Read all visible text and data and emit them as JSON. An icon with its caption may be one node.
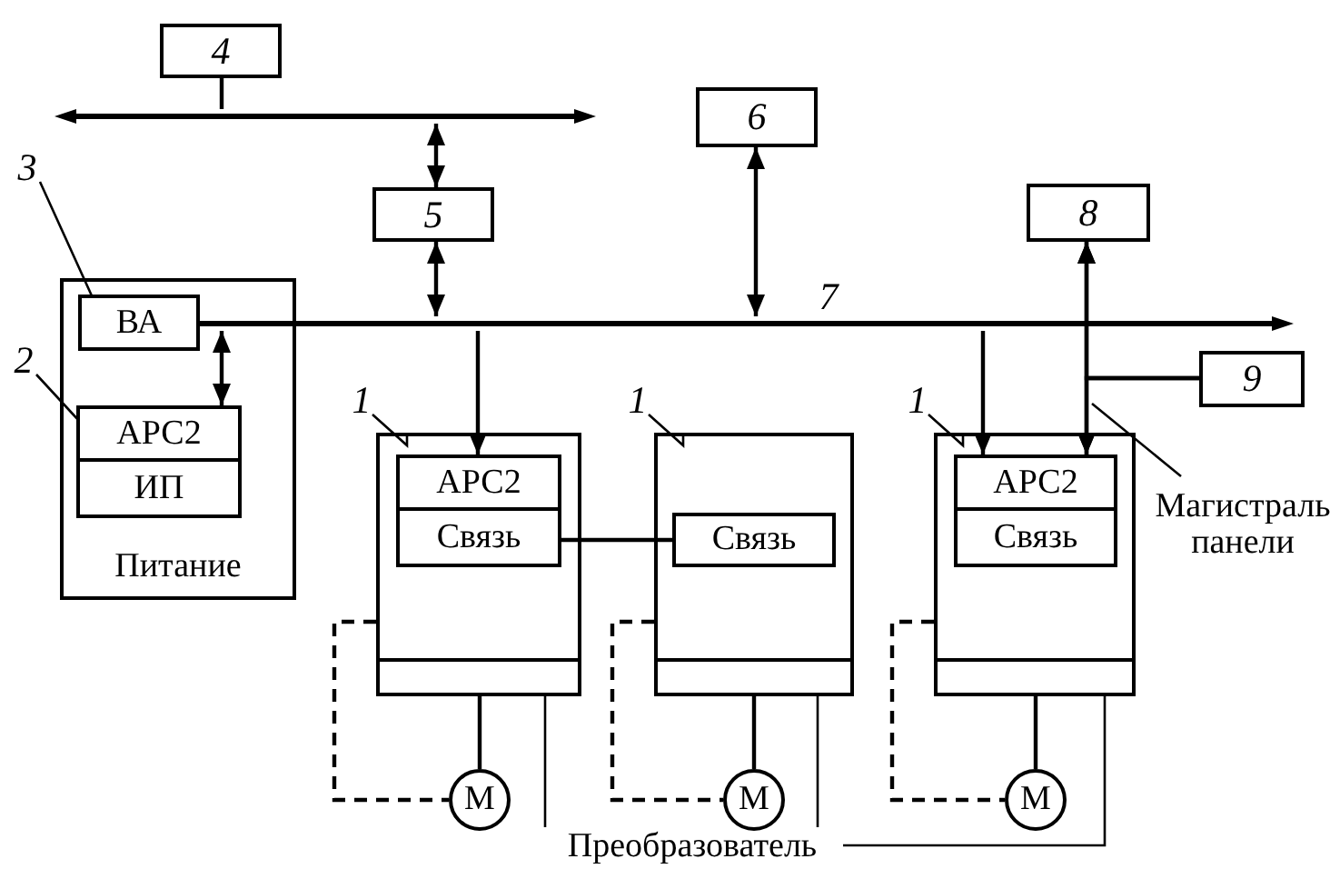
{
  "diagram": {
    "nodes": [
      {
        "text": [
          "4"
        ]
      },
      {
        "text": [],
        "shape": "bar"
      },
      {
        "text": [
          "5"
        ]
      },
      {
        "text": [
          "6"
        ]
      },
      {
        "text": [
          "8"
        ]
      },
      {
        "text": [
          "3"
        ]
      },
      {
        "text": [],
        "shape": "bar",
        "beside": [
          "7"
        ]
      },
      {
        "text": [
          "9"
        ]
      },
      {
        "text": [
          "Питание"
        ]
      },
      {
        "text": [
          "ВА"
        ],
        "in": 8
      },
      {
        "text": [
          "2"
        ]
      },
      {
        "text": [
          "АРС2"
        ],
        "in": 8
      },
      {
        "text": [
          "ИП"
        ],
        "in": 8
      },
      {
        "text": [
          "1"
        ]
      },
      {
        "text": [],
        "shape": "box"
      },
      {
        "text": [
          "АРС2"
        ],
        "in": 14
      },
      {
        "text": [
          "Связь"
        ],
        "in": 14
      },
      {
        "text": [],
        "shape": "box",
        "in": 14
      },
      {
        "text": [
          "1"
        ]
      },
      {
        "text": [],
        "shape": "box"
      },
      {
        "text": [
          "Связь"
        ],
        "in": 19
      },
      {
        "text": [],
        "shape": "box",
        "in": 19
      },
      {
        "text": [
          "1"
        ]
      },
      {
        "text": [],
        "shape": "box"
      },
      {
        "text": [
          "АРС2"
        ],
        "in": 23
      },
      {
        "text": [
          "Связь"
        ],
        "in": 23
      },
      {
        "text": [],
        "shape": "box",
        "in": 23
      },
      {
        "text": [
          "Магистраль панели"
        ]
      },
      {
        "text": [
          "М"
        ]
      },
      {
        "text": [
          "М"
        ]
      },
      {
        "text": [
          "М"
        ]
      },
      {
        "text": [
          "Преобразователь"
        ]
      }
    ],
    "edges": [
      {
        "from": 0,
        "to": 1,
        "arrow": "none"
      },
      {
        "from": 1,
        "to": 2,
        "arrow": "both"
      },
      {
        "from": 2,
        "to": 6,
        "arrow": "both"
      },
      {
        "from": 3,
        "to": 6,
        "arrow": "both"
      },
      {
        "from": 24,
        "to": 4,
        "arrow": "both"
      },
      {
        "from": 7,
        "to": 4,
        "arrow": "to"
      },
      {
        "from": 7,
        "to": 24,
        "arrow": "to"
      },
      {
        "from": 6,
        "to": 15,
        "arrow": "to"
      },
      {
        "from": 6,
        "to": 24,
        "arrow": "to"
      },
      {
        "from": 6,
        "to": 11,
        "arrow": "both"
      },
      {
        "from": 16,
        "to": 20,
        "arrow": "none"
      },
      {
        "from": 17,
        "to": 28,
        "arrow": "none"
      },
      {
        "from": 21,
        "to": 29,
        "arrow": "none"
      },
      {
        "from": 26,
        "to": 30,
        "arrow": "none"
      },
      {
        "from": 14,
        "to": 28,
        "arrow": "none",
        "style": "dashed"
      },
      {
        "from": 19,
        "to": 29,
        "arrow": "none",
        "style": "dashed"
      },
      {
        "from": 23,
        "to": 30,
        "arrow": "none",
        "style": "dashed"
      },
      {
        "from": 5,
        "to": 9,
        "arrow": "none"
      },
      {
        "from": 10,
        "to": 11,
        "arrow": "none"
      },
      {
        "from": 13,
        "to": 14,
        "arrow": "none"
      },
      {
        "from": 18,
        "to": 19,
        "arrow": "none"
      },
      {
        "from": 22,
        "to": 23,
        "arrow": "none"
      },
      {
        "from": 27,
        "to": null,
        "arrow": "none"
      },
      {
        "from": 31,
        "to": 17,
        "arrow": "none"
      },
      {
        "from": 31,
        "to": 21,
        "arrow": "none"
      },
      {
        "from": 31,
        "to": 26,
        "arrow": "none"
      }
    ]
  }
}
